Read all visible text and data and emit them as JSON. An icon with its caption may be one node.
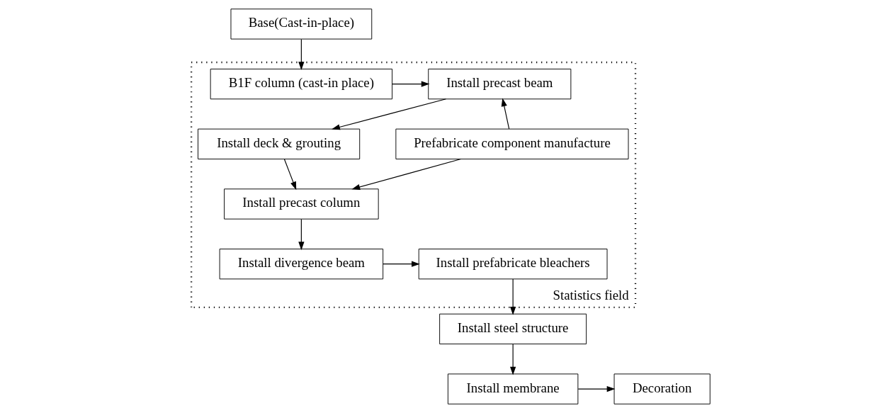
{
  "diagram": {
    "nodes": [
      {
        "text": [
          "Base(Cast-in-place)"
        ]
      },
      {
        "text": [
          "Statistics field"
        ]
      },
      {
        "text": [
          "B1F column (cast-in place)"
        ],
        "in": 1
      },
      {
        "text": [
          "Install precast beam"
        ],
        "in": 1
      },
      {
        "text": [
          "Install deck & grouting"
        ],
        "in": 1
      },
      {
        "text": [
          "Prefabricate component manufacture"
        ],
        "in": 1
      },
      {
        "text": [
          "Install precast column"
        ],
        "in": 1
      },
      {
        "text": [
          "Install divergence beam"
        ],
        "in": 1
      },
      {
        "text": [
          "Install prefabricate bleachers"
        ],
        "in": 1
      },
      {
        "text": [
          "Install steel structure"
        ]
      },
      {
        "text": [
          "Install membrane"
        ]
      },
      {
        "text": [
          "Decoration"
        ]
      }
    ],
    "edges": [
      {
        "from": 0,
        "to": 2,
        "arrow": "to"
      },
      {
        "from": 2,
        "to": 3,
        "arrow": "to"
      },
      {
        "from": 3,
        "to": 4,
        "arrow": "to"
      },
      {
        "from": 4,
        "to": 6,
        "arrow": "to"
      },
      {
        "from": 5,
        "to": 3,
        "arrow": "to"
      },
      {
        "from": 5,
        "to": 6,
        "arrow": "to"
      },
      {
        "from": 6,
        "to": 7,
        "arrow": "to"
      },
      {
        "from": 7,
        "to": 8,
        "arrow": "to"
      },
      {
        "from": 8,
        "to": 9,
        "arrow": "to"
      },
      {
        "from": 9,
        "to": 10,
        "arrow": "to"
      },
      {
        "from": 10,
        "to": 11,
        "arrow": "to"
      }
    ]
  }
}
